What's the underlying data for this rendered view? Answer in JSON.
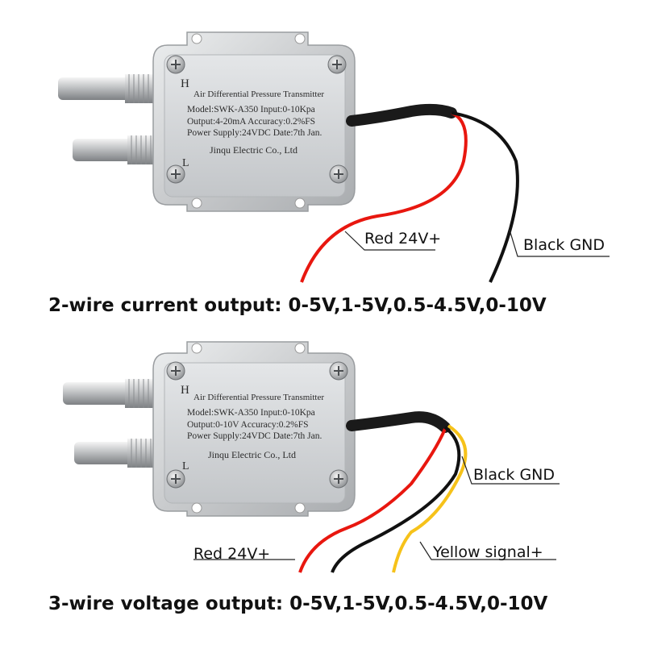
{
  "device": {
    "h_mark": "H",
    "l_mark": "L",
    "title": "Air Differential Pressure Transmitter",
    "company": "Jinqu Electric Co., Ltd"
  },
  "top": {
    "spec_line1": "Model:SWK-A350  Input:0-10Kpa",
    "spec_line2": "Output:4-20mA  Accuracy:0.2%FS",
    "spec_line3": "Power Supply:24VDC  Date:7th Jan.",
    "red_label": "Red 24V+",
    "black_label": "Black GND",
    "caption": "2-wire current output: 0-5V,1-5V,0.5-4.5V,0-10V"
  },
  "bottom": {
    "spec_line1": "Model:SWK-A350  Input:0-10Kpa",
    "spec_line2": "Output:0-10V  Accuracy:0.2%FS",
    "spec_line3": "Power Supply:24VDC  Date:7th Jan.",
    "red_label": "Red 24V+",
    "black_label": "Black GND",
    "yellow_label": "Yellow signal+",
    "caption": "3-wire voltage output: 0-5V,1-5V,0.5-4.5V,0-10V"
  },
  "colors": {
    "red_wire": "#e8170f",
    "black_wire": "#111111",
    "yellow_wire": "#f6c21a",
    "metal": "#cfd1d3"
  }
}
